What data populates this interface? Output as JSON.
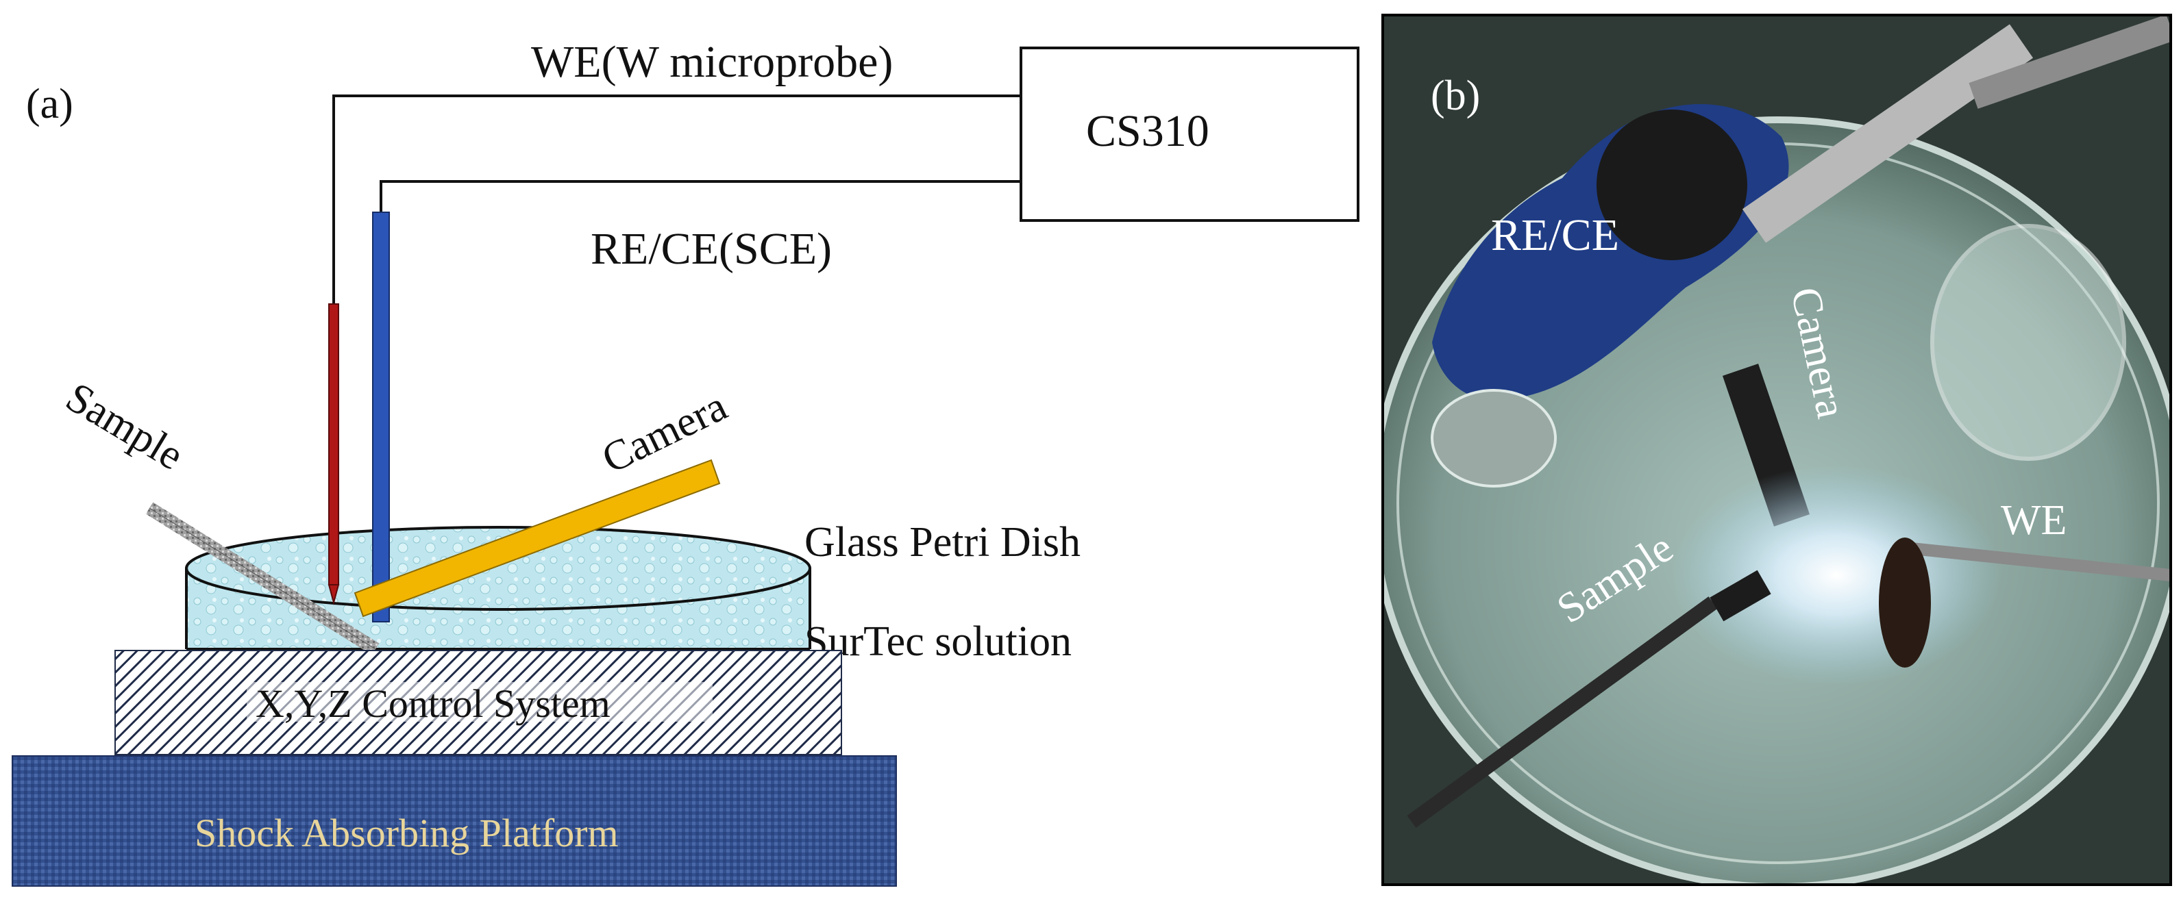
{
  "panel_a": {
    "label": "(a)",
    "we_label": "WE(W microprobe)",
    "instrument_label": "CS310",
    "re_ce_label": "RE/CE(SCE)",
    "sample_label": "Sample",
    "camera_label": "Camera",
    "dish_label": "Glass Petri Dish",
    "solution_label": "SurTec solution",
    "xyz_label": "X,Y,Z Control System",
    "platform_label": "Shock Absorbing Platform",
    "colors": {
      "we_electrode": "#b01818",
      "re_electrode": "#2b56b8",
      "camera": "#f2b600",
      "solution": "#bfe6ee",
      "platform": "#2e4a8f",
      "platform_text": "#e8d59a"
    }
  },
  "panel_b": {
    "label": "(b)",
    "re_ce_label": "RE/CE",
    "camera_label": "Camera",
    "sample_label": "Sample",
    "we_label": "WE"
  }
}
